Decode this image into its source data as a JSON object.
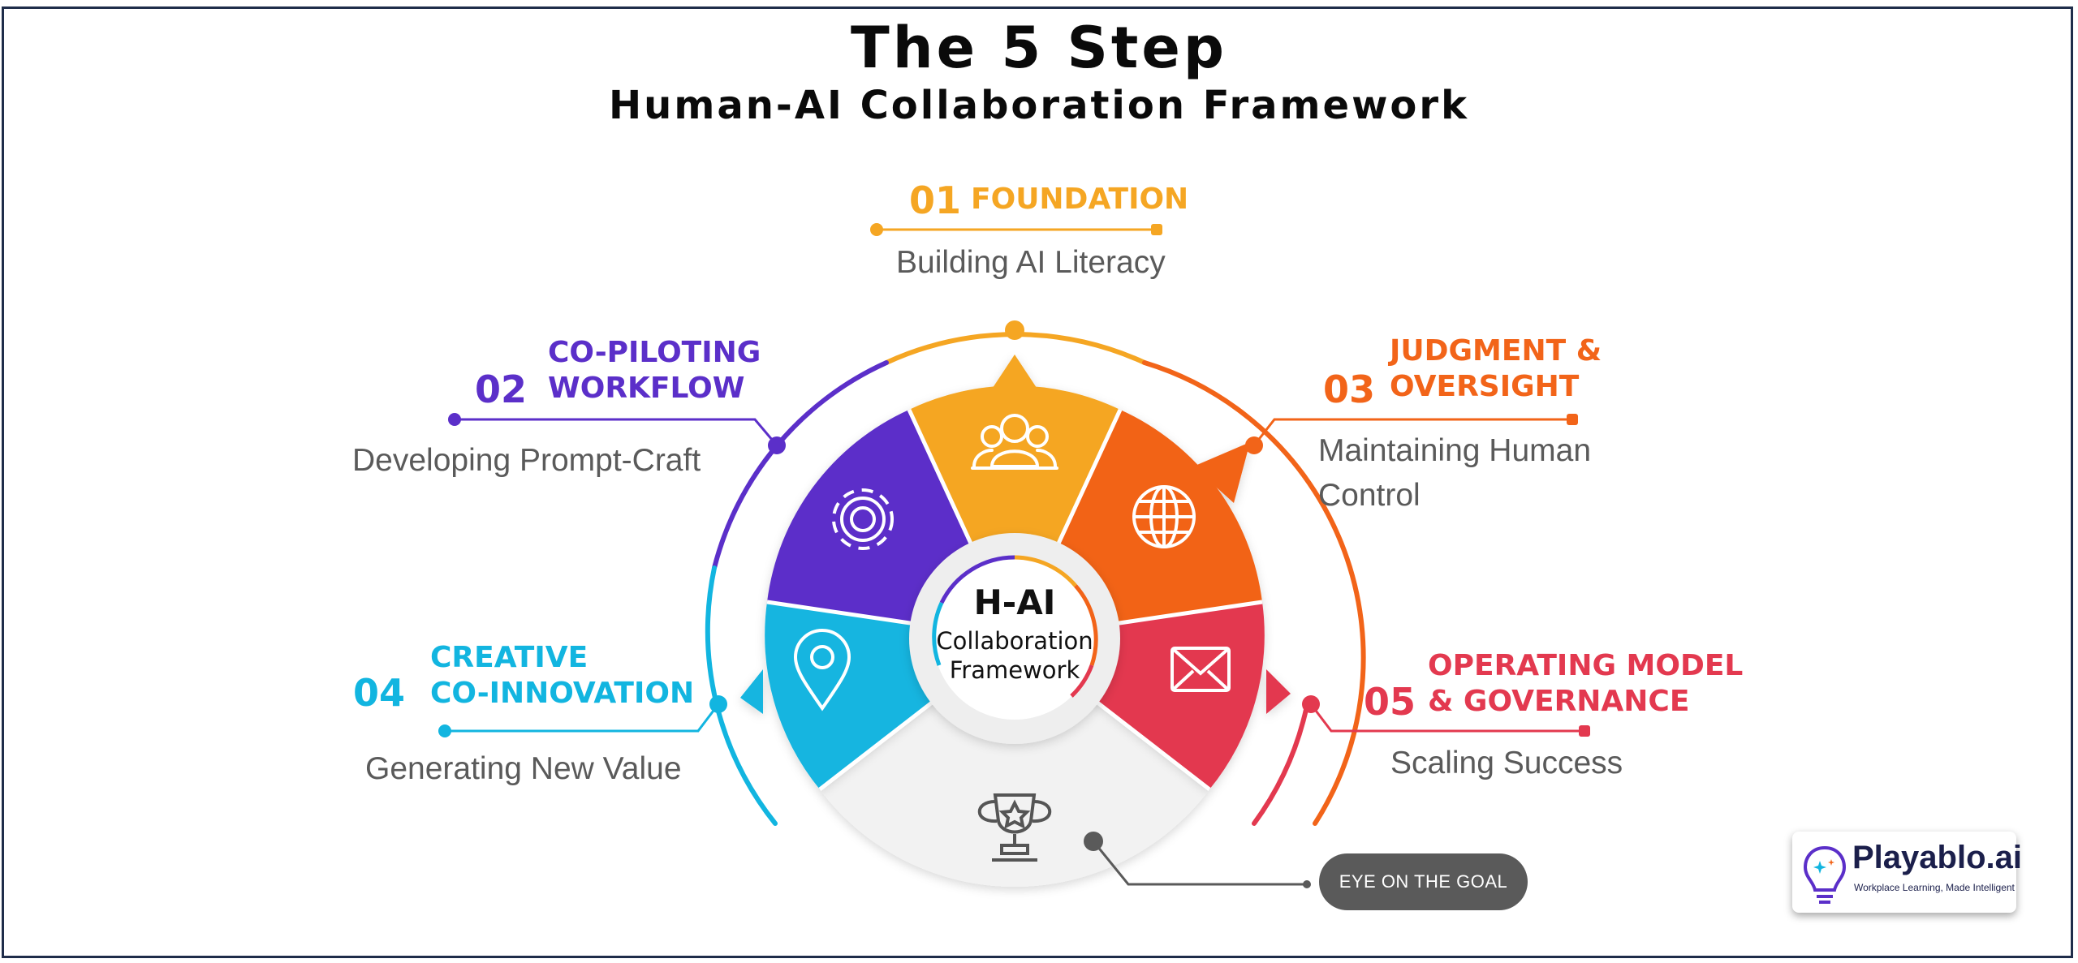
{
  "title": "The 5 Step",
  "subtitle": "Human-AI Collaboration Framework",
  "center": {
    "title": "H-AI",
    "line1": "Collaboration",
    "line2": "Framework"
  },
  "steps": [
    {
      "number": "01",
      "title_line1": "FOUNDATION",
      "title_line2": "",
      "description_line1": "Building AI Literacy",
      "description_line2": "",
      "color": "#f5a623",
      "icon": "people-icon"
    },
    {
      "number": "02",
      "title_line1": "CO-PILOTING",
      "title_line2": "WORKFLOW",
      "description_line1": "Developing Prompt-Craft",
      "description_line2": "",
      "color": "#5b2fc9",
      "icon": "gear-icon"
    },
    {
      "number": "03",
      "title_line1": "JUDGMENT &",
      "title_line2": "OVERSIGHT",
      "description_line1": "Maintaining Human",
      "description_line2": "Control",
      "color": "#f26419",
      "icon": "globe-icon"
    },
    {
      "number": "04",
      "title_line1": "CREATIVE",
      "title_line2": "CO-INNOVATION",
      "description_line1": "Generating New Value",
      "description_line2": "",
      "color": "#12b5e0",
      "icon": "location-pin-icon"
    },
    {
      "number": "05",
      "title_line1": "OPERATING MODEL",
      "title_line2": "& GOVERNANCE",
      "description_line1": "Scaling Success",
      "description_line2": "",
      "color": "#e3394f",
      "icon": "envelope-icon"
    }
  ],
  "goal": {
    "label": "EYE ON THE GOAL",
    "icon": "trophy-icon",
    "color": "#5a5a5a"
  },
  "logo": {
    "name": "Playablo.ai",
    "tagline": "Workplace Learning, Made Intelligent",
    "icon": "lightbulb-icon"
  }
}
